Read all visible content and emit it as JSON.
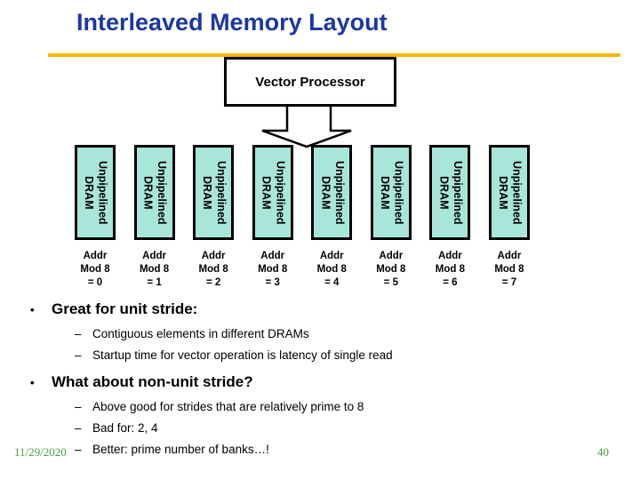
{
  "header": {
    "title": "Interleaved Memory Layout"
  },
  "diagram": {
    "processor_label": "Vector Processor",
    "arrow_icon": "block-down-arrow",
    "banks": {
      "box_line1": "Unpipelined",
      "box_line2": "DRAM",
      "addr_line1": "Addr",
      "addr_line2": "Mod 8",
      "values": [
        "= 0",
        "= 1",
        "= 2",
        "= 3",
        "= 4",
        "= 5",
        "= 6",
        "= 7"
      ]
    }
  },
  "bullet_markers": {
    "level1": "•",
    "level2": "–"
  },
  "bullets": [
    {
      "level": 1,
      "text": "Great for unit stride:"
    },
    {
      "level": 2,
      "text": "Contiguous elements in different DRAMs"
    },
    {
      "level": 2,
      "text": "Startup time for vector operation is latency of single read"
    },
    {
      "level": 1,
      "text": "What about non-unit stride?"
    },
    {
      "level": 2,
      "text": "Above good for strides that are relatively prime to 8"
    },
    {
      "level": 2,
      "text": "Bad for: 2, 4"
    },
    {
      "level": 2,
      "text": "Better: prime number of banks…!"
    }
  ],
  "footer": {
    "date": "11/29/2020",
    "page_number": "40"
  },
  "colors": {
    "title_color": "#1B38A3",
    "accent_line": "#F5B800",
    "bank_fill": "#A9E6DA",
    "footer_green": "#44A244"
  }
}
